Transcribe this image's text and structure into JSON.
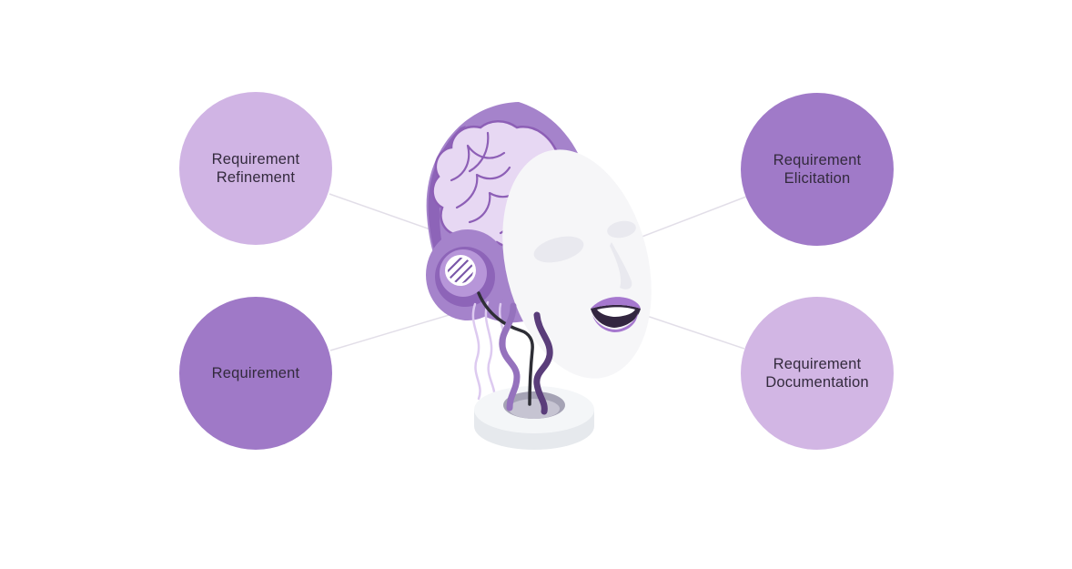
{
  "page": {
    "background": "#ffffff"
  },
  "connectors": {
    "color": "#e2dee8"
  },
  "nodes": [
    {
      "id": "requirement-refinement",
      "label": "Requirement Refinement",
      "fill": "#d0b4e4",
      "text_color": "#332a3d",
      "position": "top-left"
    },
    {
      "id": "requirement-elicitation",
      "label": "Requirement Elicitation",
      "fill": "#a07ac8",
      "text_color": "#332a3d",
      "position": "top-right"
    },
    {
      "id": "requirement",
      "label": "Requirement",
      "fill": "#9f79c7",
      "text_color": "#332a3d",
      "position": "bottom-left"
    },
    {
      "id": "requirement-documentation",
      "label": "Requirement Documentation",
      "fill": "#d2b6e4",
      "text_color": "#332a3d",
      "position": "bottom-right"
    }
  ],
  "illustration": {
    "name": "ai-head",
    "description": "AI robot head with exposed brain, purple headphones, cables descending into a white round stand",
    "colors": {
      "skull": "#a583cb",
      "skull_shadow": "#8d64b8",
      "brain_fill": "#e7d8f3",
      "brain_vein": "#8d5fb6",
      "cup_ring": "#b796d9",
      "grille_bg": "#ffffff",
      "grille_stripe": "#7a57a8",
      "face": "#f6f6f8",
      "face_shadow": "#e9e9ef",
      "lips": "#a678cf",
      "mouth": "#332640",
      "teeth": "#ffffff",
      "cable_light": "#ddcaf0",
      "cable_black": "#2e2e36",
      "cable_medium": "#9572bd",
      "cable_dark": "#5a3d7a",
      "base_side": "#e6e9ed",
      "base_top": "#f4f6f8",
      "base_hole_dark": "#a5a3b5",
      "base_hole_light": "#c6c4d2"
    }
  }
}
